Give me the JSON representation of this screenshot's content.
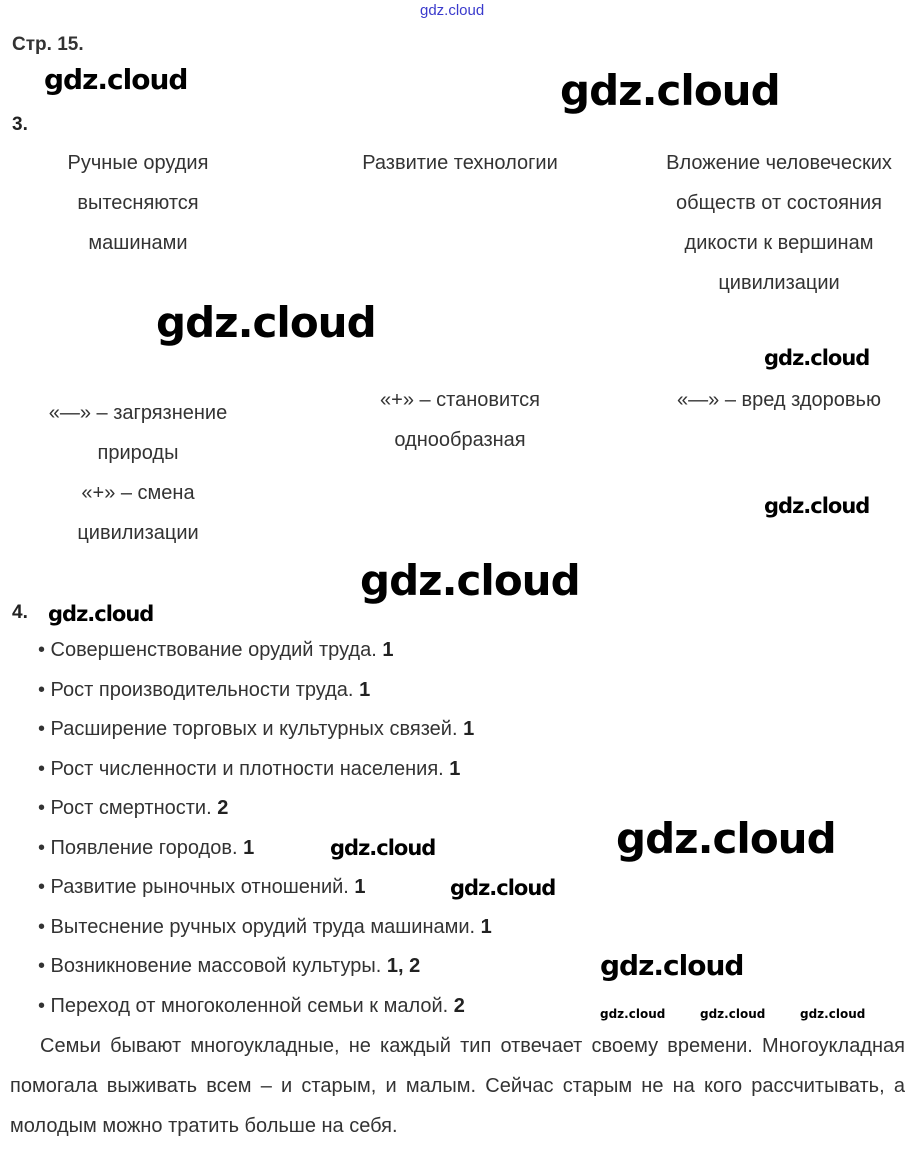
{
  "header": {
    "site_link": "gdz.cloud",
    "page_label": "Стр. 15."
  },
  "task3": {
    "number": "3.",
    "columns": [
      {
        "top": "Ручные орудия вытесняются машинами",
        "bottom_lines": [
          "«—» – загрязнение",
          "природы",
          "«+» – смена",
          "цивилизации"
        ]
      },
      {
        "top": "Развитие технологии",
        "bottom_lines": [
          "«+» – становится",
          "однообразная"
        ]
      },
      {
        "top": "Вложение человеческих обществ от состояния дикости к вершинам цивилизации",
        "bottom_lines": [
          "«—» – вред здоровью"
        ]
      }
    ]
  },
  "task4": {
    "number": "4.",
    "items": [
      {
        "text": "• Совершенствование орудий труда.",
        "mark": "1"
      },
      {
        "text": "• Рост производительности труда.",
        "mark": "1"
      },
      {
        "text": "• Расширение торговых и культурных связей.",
        "mark": "1"
      },
      {
        "text": "• Рост численности и плотности населения.",
        "mark": "1"
      },
      {
        "text": "• Рост смертности.",
        "mark": "2"
      },
      {
        "text": "• Появление городов.",
        "mark": "1"
      },
      {
        "text": "• Развитие рыночных отношений.",
        "mark": "1"
      },
      {
        "text": "• Вытеснение ручных орудий труда машинами.",
        "mark": "1"
      },
      {
        "text": "• Возникновение массовой культуры.",
        "mark": "1, 2"
      },
      {
        "text": "• Переход от многоколенной семьи к малой.",
        "mark": "2"
      }
    ],
    "paragraph": "Семьи бывают многоукладные, не каждый тип отвечает своему времени. Многоукладная помогала выживать всем – и старым, и малым. Сейчас старым не на кого рассчитывать, а молодым можно тратить больше на себя."
  },
  "watermark": "gdz.cloud"
}
